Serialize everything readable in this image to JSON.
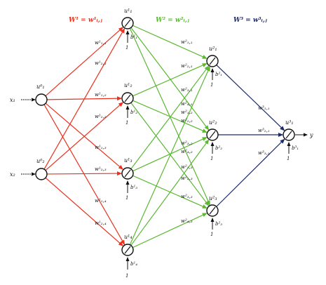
{
  "colors": {
    "layer1": "#e8321e",
    "layer2": "#5ab832",
    "layer3": "#1e2a6e",
    "node": "#111111",
    "text": "#111111"
  },
  "headers": {
    "w1": "W¹ = w¹ᵢ,ⱼ",
    "w2": "W² = w²ᵢ,ⱼ",
    "w3": "W³ = w³ᵢ,ⱼ"
  },
  "inputs": [
    {
      "label": "x₁",
      "node": "u⁰₁",
      "glyph": "○"
    },
    {
      "label": "x₂",
      "node": "u⁰₂",
      "glyph": "○"
    }
  ],
  "hidden1": [
    {
      "node": "u¹₁",
      "bias": "b¹₁",
      "one": "1"
    },
    {
      "node": "u¹₂",
      "bias": "b¹₂",
      "one": "1"
    },
    {
      "node": "u¹₃",
      "bias": "b¹₃",
      "one": "1"
    },
    {
      "node": "u¹₄",
      "bias": "b¹₄",
      "one": "1"
    }
  ],
  "hidden2": [
    {
      "node": "u²₁",
      "bias": "b²₁",
      "one": "1"
    },
    {
      "node": "u²₂",
      "bias": "b²₂",
      "one": "1"
    },
    {
      "node": "u²₃",
      "bias": "b²₃",
      "one": "1"
    }
  ],
  "output": {
    "node": "u³₁",
    "bias": "b³₁",
    "one": "1",
    "label": "y"
  },
  "weights1": [
    "w¹₁,₁",
    "w¹₂,₁",
    "w¹₁,₂",
    "w¹₂,₂",
    "w¹₁,₃",
    "w¹₂,₃",
    "w¹₁,₄",
    "w¹₂,₄"
  ],
  "weights2": [
    "w²₁,₁",
    "w²₂,₁",
    "w²₃,₁",
    "w²₄,₁",
    "w²₁,₂",
    "w²₂,₂",
    "w²₃,₂",
    "w²₄,₂",
    "w²₁,₃",
    "w²₂,₃",
    "w²₃,₃",
    "w²₄,₃"
  ],
  "weights3": [
    "w³₁,₁",
    "w³₂,₁",
    "w³₃,₁"
  ]
}
